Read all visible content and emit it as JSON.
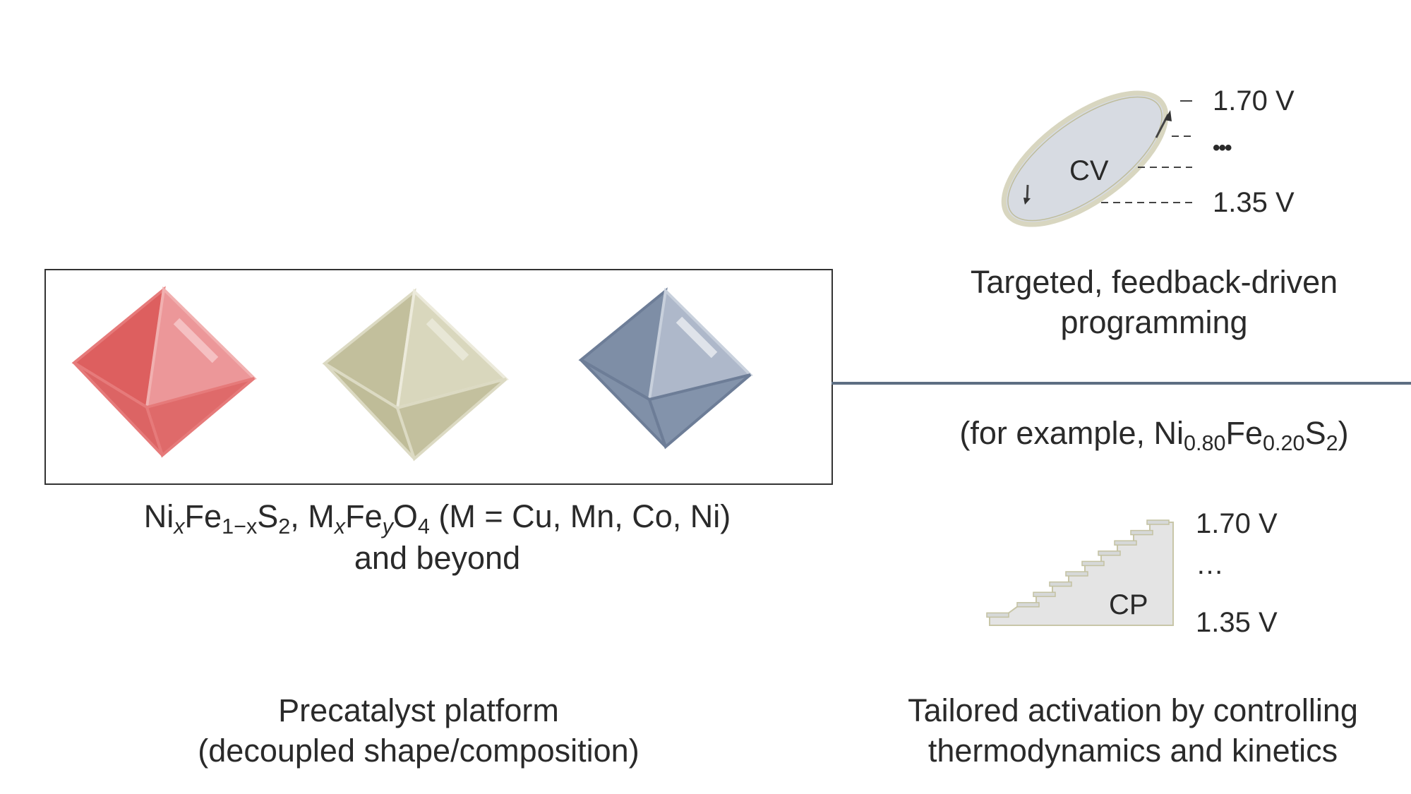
{
  "left_panel": {
    "materials_line1": {
      "part1": "Ni",
      "s1": "x",
      "part2": "Fe",
      "s2": "1−x",
      "part3": "S",
      "s3": "2",
      "part4": ", M",
      "s4": "x",
      "part5": "Fe",
      "s5": "y",
      "part6": "O",
      "s6": "4",
      "part7": " (M = Cu, Mn, Co, Ni)"
    },
    "materials_line2": "and beyond",
    "caption_line1": "Precatalyst platform",
    "caption_line2": "(decoupled shape/composition)",
    "crystals": [
      {
        "name": "red-octahedron",
        "color": "#e06a6a"
      },
      {
        "name": "beige-octahedron",
        "color": "#c9c6a4"
      },
      {
        "name": "blue-octahedron",
        "color": "#8392aa"
      }
    ]
  },
  "right_panel": {
    "cv": {
      "label": "CV",
      "upper_voltage": "1.70 V",
      "ellipsis": "•••",
      "lower_voltage": "1.35 V"
    },
    "top_caption_line1": "Targeted, feedback-driven",
    "top_caption_line2": "programming",
    "example": {
      "prefix": "(for example, Ni",
      "s1": "0.80",
      "mid": "Fe",
      "s2": "0.20",
      "end": "S",
      "s3": "2",
      "close": ")"
    },
    "cp": {
      "label": "CP",
      "upper_voltage": "1.70 V",
      "ellipsis": "…",
      "lower_voltage": "1.35 V"
    },
    "bottom_caption_line1": "Tailored activation by controlling",
    "bottom_caption_line2": "thermodynamics and kinetics"
  }
}
